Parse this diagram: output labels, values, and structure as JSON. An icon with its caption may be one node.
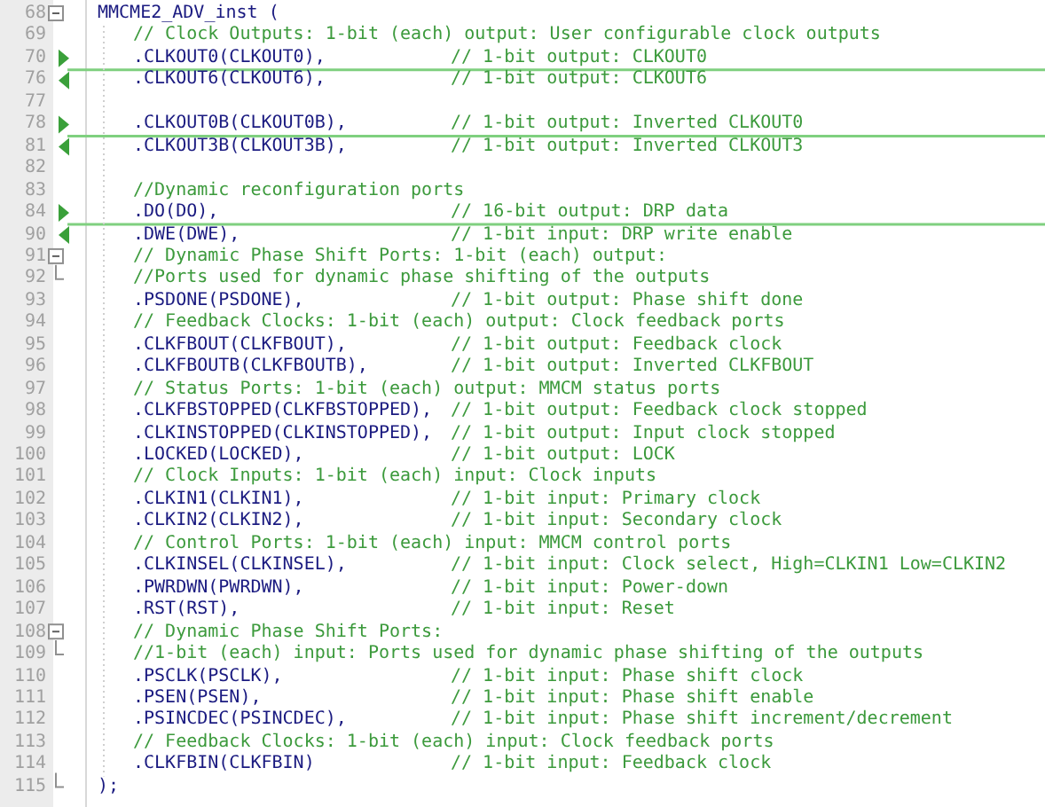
{
  "diagram": {
    "labels": [
      "68",
      "MMCME2_ADV_inst (",
      "69",
      "// Clock Outputs: 1-bit (each) output: User configurable clock outputs",
      "70",
      ".CLKOUT0(CLKOUT0),",
      "// 1-bit output: CLKOUT0",
      "76",
      ".CLKOUT6(CLKOUT6),",
      "// 1-bit output: CLKOUT6",
      "77",
      "78",
      ".CLKOUT0B(CLKOUT0B),",
      "// 1-bit output: Inverted CLKOUT0",
      "81",
      ".CLKOUT3B(CLKOUT3B),",
      "// 1-bit output: Inverted CLKOUT3",
      "82",
      "83",
      "//Dynamic reconfiguration ports",
      "84",
      ".DO(DO),",
      "// 16-bit output: DRP data",
      "90",
      ".DWE(DWE),",
      "// 1-bit input: DRP write enable",
      "91",
      "// Dynamic Phase Shift Ports: 1-bit (each) output:",
      "92",
      "//Ports used for dynamic phase shifting of the outputs",
      "93",
      ".PSDONE(PSDONE),",
      "// 1-bit output: Phase shift done",
      "94",
      "// Feedback Clocks: 1-bit (each) output: Clock feedback ports",
      "95",
      ".CLKFBOUT(CLKFBOUT),",
      "// 1-bit output: Feedback clock",
      "96",
      ".CLKFBOUTB(CLKFBOUTB),",
      "// 1-bit output: Inverted CLKFBOUT",
      "97",
      "// Status Ports: 1-bit (each) output: MMCM status ports",
      "98",
      ".CLKFBSTOPPED(CLKFBSTOPPED),",
      "// 1-bit output: Feedback clock stopped",
      "99",
      ".CLKINSTOPPED(CLKINSTOPPED),",
      "// 1-bit output: Input clock stopped",
      "100",
      ".LOCKED(LOCKED),",
      "// 1-bit output: LOCK",
      "101",
      "// Clock Inputs: 1-bit (each) input: Clock inputs",
      "102",
      ".CLKIN1(CLKIN1),",
      "// 1-bit input: Primary clock",
      "103",
      ".CLKIN2(CLKIN2),",
      "// 1-bit input: Secondary clock",
      "104",
      "// Control Ports: 1-bit (each) input: MMCM control ports",
      "105",
      ".CLKINSEL(CLKINSEL),",
      "// 1-bit input: Clock select, High=CLKIN1 Low=CLKIN2",
      "106",
      ".PWRDWN(PWRDWN),",
      "// 1-bit input: Power-down",
      "107",
      ".RST(RST),",
      "// 1-bit input: Reset",
      "108",
      "// Dynamic Phase Shift Ports:",
      "109",
      "//1-bit (each) input: Ports used for dynamic phase shifting of the outputs",
      "110",
      ".PSCLK(PSCLK),",
      "// 1-bit input: Phase shift clock",
      "111",
      ".PSEN(PSEN),",
      "// 1-bit input: Phase shift enable",
      "112",
      ".PSINCDEC(PSINCDEC),",
      "// 1-bit input: Phase shift increment/decrement",
      "113",
      "// Feedback Clocks: 1-bit (each) input: Clock feedback ports",
      "114",
      ".CLKFBIN(CLKFBIN)",
      "// 1-bit input: Feedback clock",
      "115",
      ");"
    ]
  }
}
